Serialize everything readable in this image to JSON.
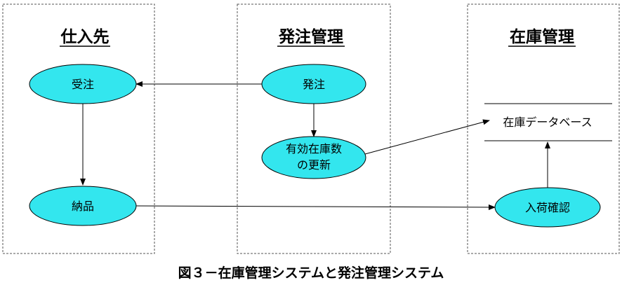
{
  "lanes": {
    "supplier": {
      "title": "仕入先"
    },
    "ordering": {
      "title": "発注管理"
    },
    "inventory": {
      "title": "在庫管理"
    }
  },
  "nodes": {
    "order_received": {
      "label": "受注"
    },
    "order_placed": {
      "label": "発注"
    },
    "stock_update": {
      "line1": "有効在庫数",
      "line2": "の更新"
    },
    "delivery": {
      "label": "納品"
    },
    "receipt_check": {
      "label": "入荷確認"
    }
  },
  "datastore": {
    "label": "在庫データベース"
  },
  "caption": "図３－在庫管理システムと発注管理システム",
  "colors": {
    "node_fill": "#33e6ee",
    "stroke": "#000000",
    "lane_border": "#555555"
  }
}
